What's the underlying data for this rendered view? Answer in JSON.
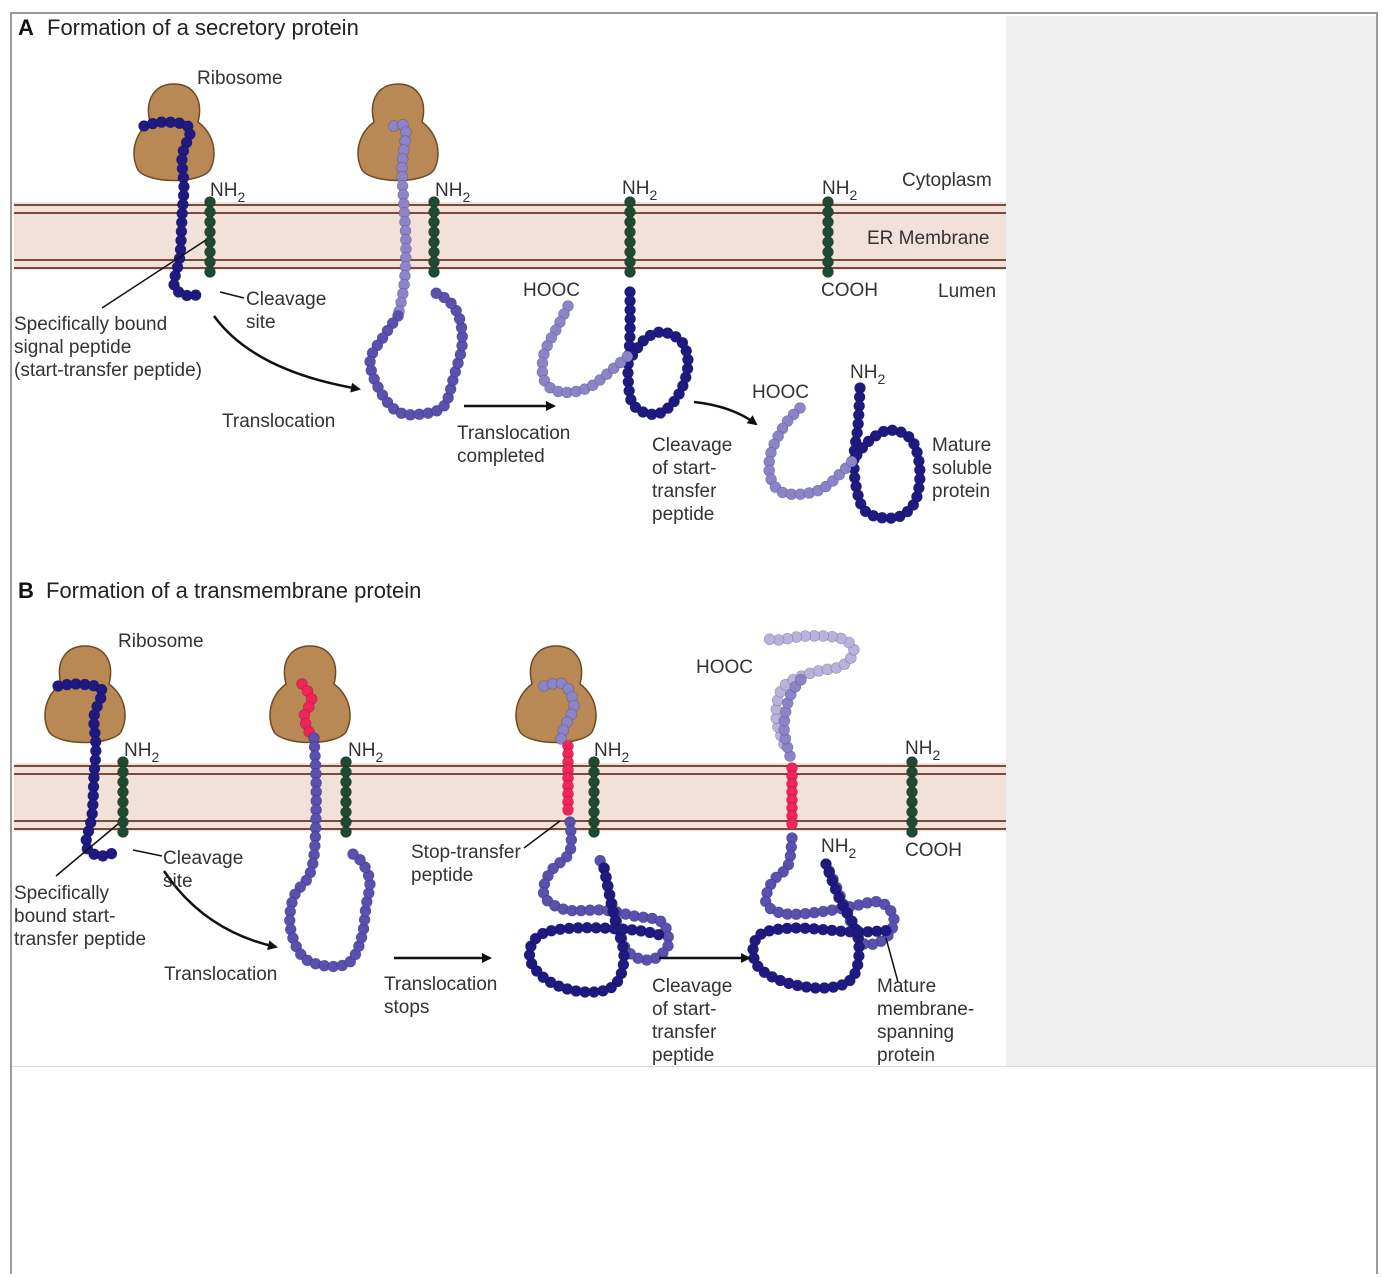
{
  "panel_a": {
    "letter": "A",
    "title": "Formation of a secretory protein",
    "labels": {
      "ribosome": "Ribosome",
      "cytoplasm": "Cytoplasm",
      "er_membrane": "ER Membrane",
      "lumen": "Lumen",
      "nh2": "NH",
      "nh2_sub": "2",
      "hooc": "HOOC",
      "cooh": "COOH",
      "cleavage_site": [
        "Cleavage",
        "site"
      ],
      "signal_peptide": [
        "Specifically bound",
        "signal peptide",
        "(start-transfer peptide)"
      ],
      "translocation": "Translocation",
      "translocation_completed": [
        "Translocation",
        "completed"
      ],
      "cleavage_start": [
        "Cleavage",
        "of start-",
        "transfer",
        "peptide"
      ],
      "mature": [
        "Mature",
        "soluble",
        "protein"
      ]
    }
  },
  "panel_b": {
    "letter": "B",
    "title": "Formation of a transmembrane protein",
    "labels": {
      "ribosome": "Ribosome",
      "nh2": "NH",
      "nh2_sub": "2",
      "hooc": "HOOC",
      "cooh": "COOH",
      "cleavage_site": [
        "Cleavage",
        "site"
      ],
      "start_transfer": [
        "Specifically",
        "bound start-",
        "transfer peptide"
      ],
      "translocation": "Translocation",
      "stop_transfer": [
        "Stop-transfer",
        "peptide"
      ],
      "translocation_stops": [
        "Translocation",
        "stops"
      ],
      "cleavage_start": [
        "Cleavage",
        "of start-",
        "transfer",
        "peptide"
      ],
      "mature": [
        "Mature",
        "membrane-",
        "spanning",
        "protein"
      ]
    }
  },
  "colors": {
    "membrane_fill": "#f2e1d9",
    "membrane_line": "#7a4b3a",
    "ribosome": "#b98955",
    "ribosome_stroke": "#6e4a25",
    "dark_chain": "#1e1a82",
    "mid_chain": "#5a50b0",
    "light_chain": "#8c84c8",
    "pale_chain": "#b8b2dc",
    "signal": "#1f4a32",
    "stop_transfer": "#f0245a"
  }
}
